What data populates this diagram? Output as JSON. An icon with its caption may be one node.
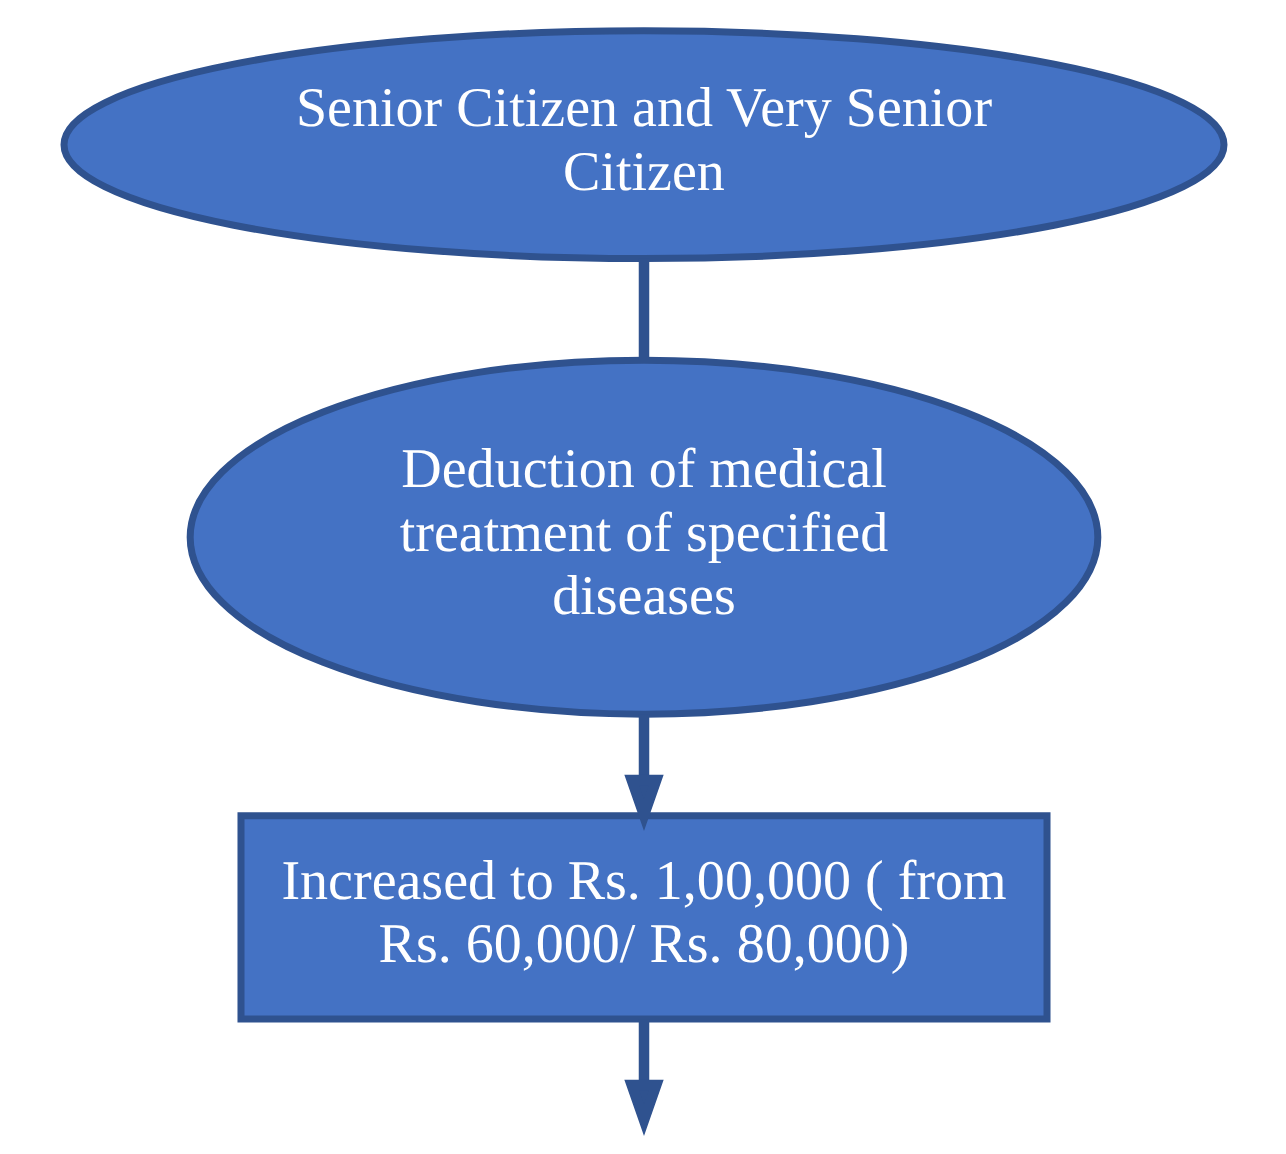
{
  "diagram": {
    "nodes": [
      {
        "text": [
          "Senior Citizen and Very Senior Citizen"
        ]
      },
      {
        "text": [
          "Deduction of medical treatment of specified diseases"
        ]
      },
      {
        "text": [
          "Increased to Rs. 1,00,000 ( from Rs. 60,000/ Rs. 80,000)"
        ]
      }
    ],
    "edges": [
      {
        "from": 0,
        "to": 1,
        "arrow": "none"
      },
      {
        "from": 1,
        "to": 2,
        "arrow": "to"
      },
      {
        "from": 2,
        "to": null,
        "arrow": "to"
      }
    ]
  }
}
